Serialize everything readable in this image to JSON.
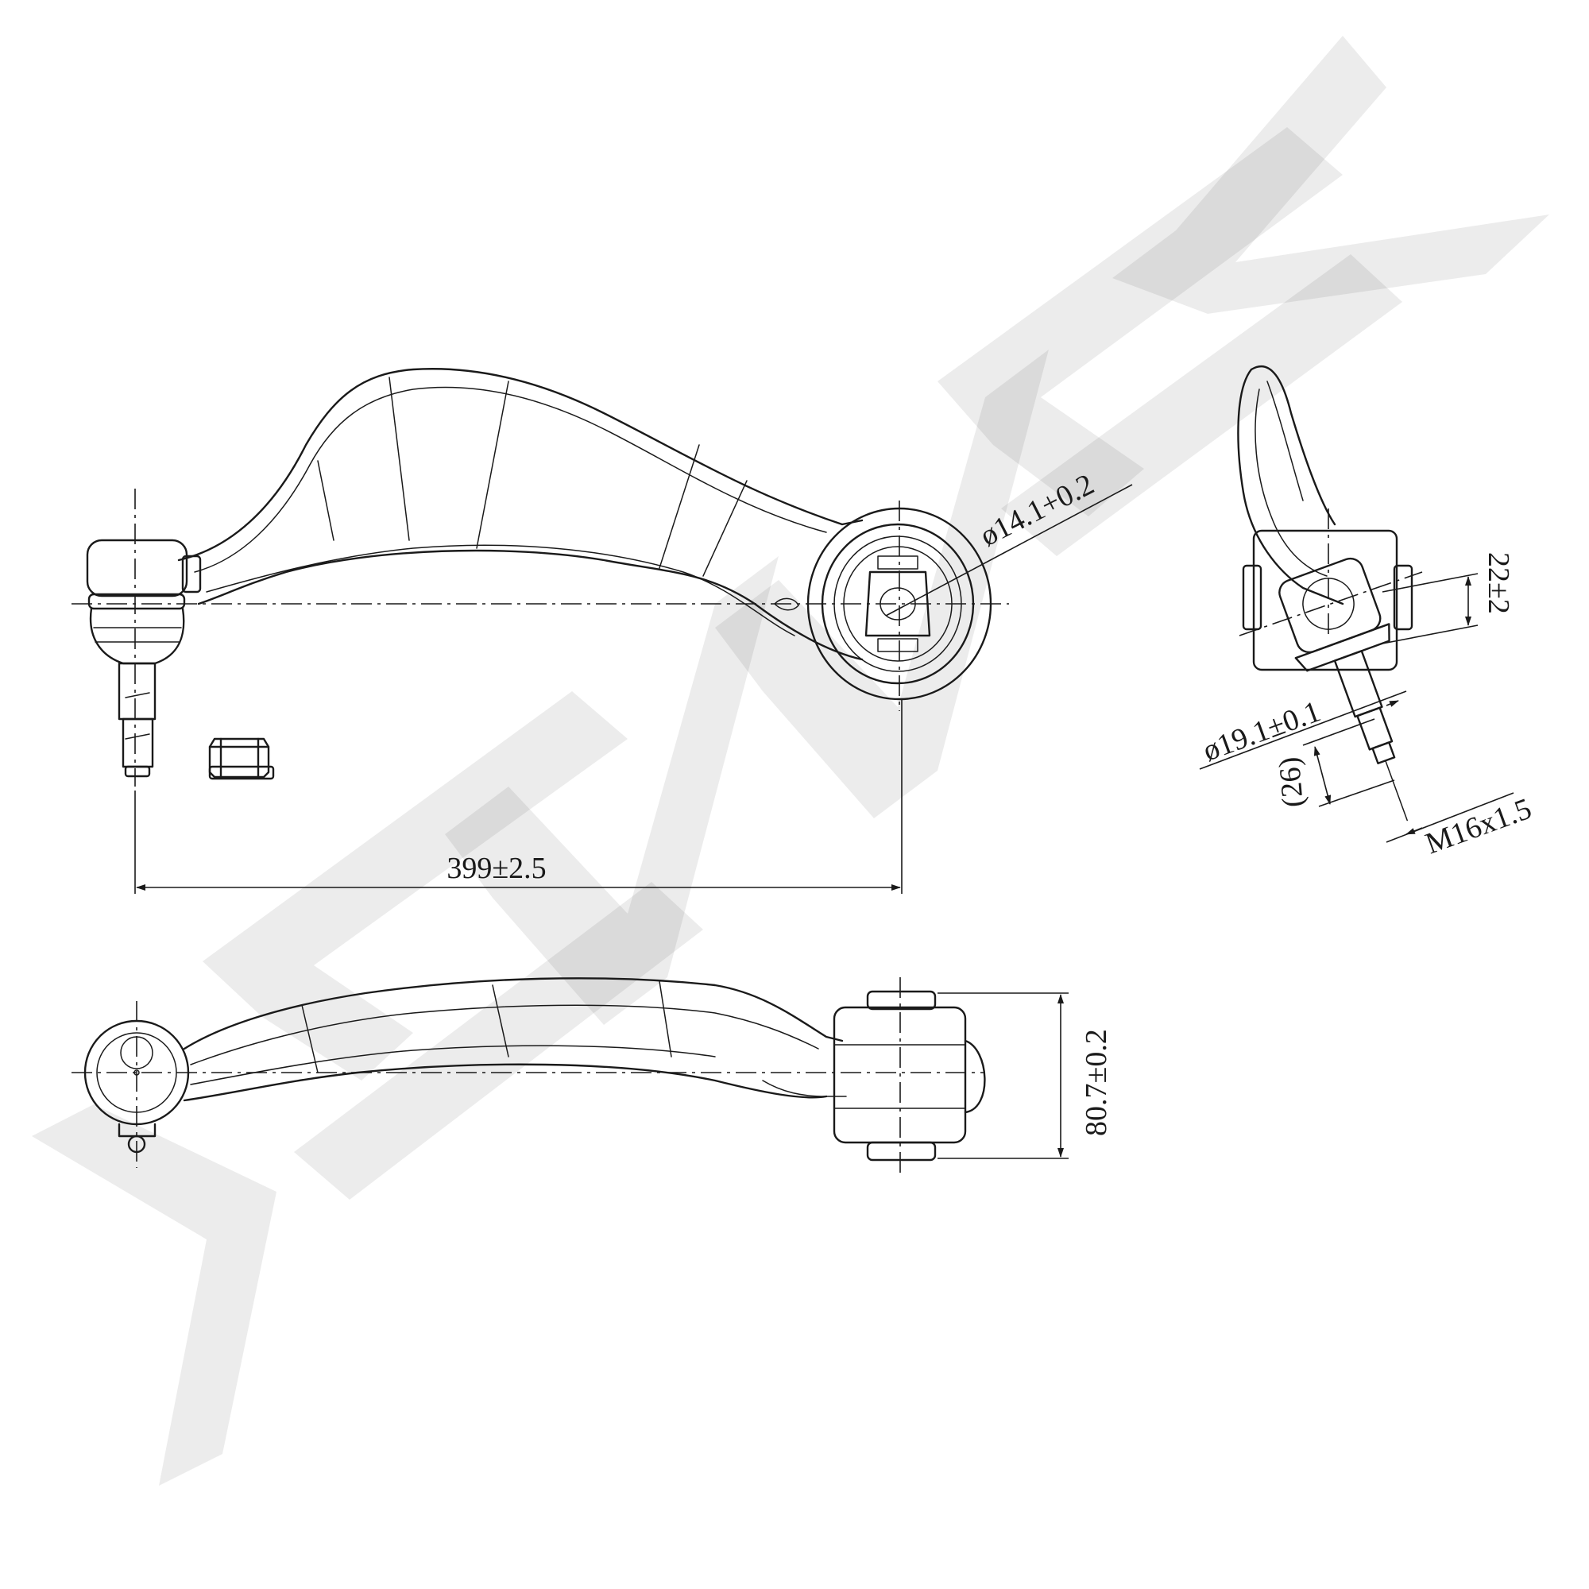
{
  "watermark": {
    "brand": "ZENNEK",
    "color": "#ececec"
  },
  "colors": {
    "line": "#1a1a1a",
    "background": "#ffffff"
  },
  "dimensions": {
    "overall_length": "399±2.5",
    "bushing_bore": "ø14.1+0.2",
    "bushing_width": "80.7±0.2",
    "ball_stud_height": "22±2",
    "taper_diameter": "ø19.1±0.1",
    "thread_length": "(26)",
    "thread_spec": "M16x1.5"
  }
}
